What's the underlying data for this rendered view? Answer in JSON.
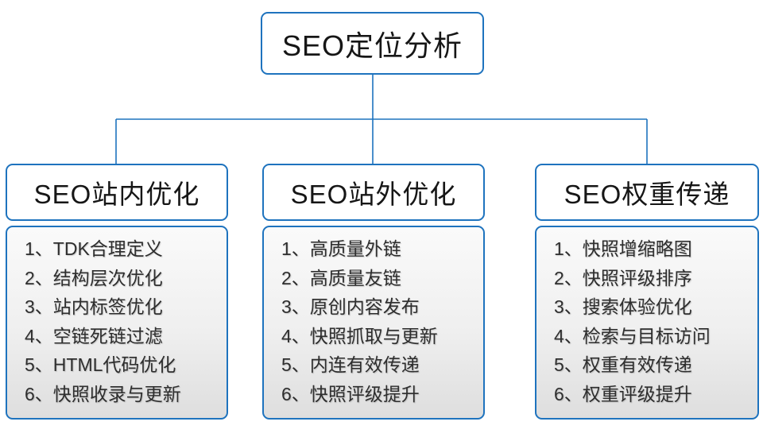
{
  "root": {
    "label": "SEO定位分析"
  },
  "colors": {
    "accent_blue": "#1e73be",
    "panel_gradient_top": "#fafafa",
    "panel_gradient_bottom": "#dedede",
    "node_background": "#ffffff",
    "text_dark": "#161616",
    "item_text": "#2e2e2e"
  },
  "branches": [
    {
      "title": "SEO站内优化",
      "items": [
        "1、TDK合理定义",
        "2、结构层次优化",
        "3、站内标签优化",
        "4、空链死链过滤",
        "5、HTML代码优化",
        "6、快照收录与更新"
      ]
    },
    {
      "title": "SEO站外优化",
      "items": [
        "1、高质量外链",
        "2、高质量友链",
        "3、原创内容发布",
        "4、快照抓取与更新",
        "5、内连有效传递",
        "6、快照评级提升"
      ]
    },
    {
      "title": "SEO权重传递",
      "items": [
        "1、快照增缩略图",
        "2、快照评级排序",
        "3、搜索体验优化",
        "4、检索与目标访问",
        "5、权重有效传递",
        "6、权重评级提升"
      ]
    }
  ]
}
